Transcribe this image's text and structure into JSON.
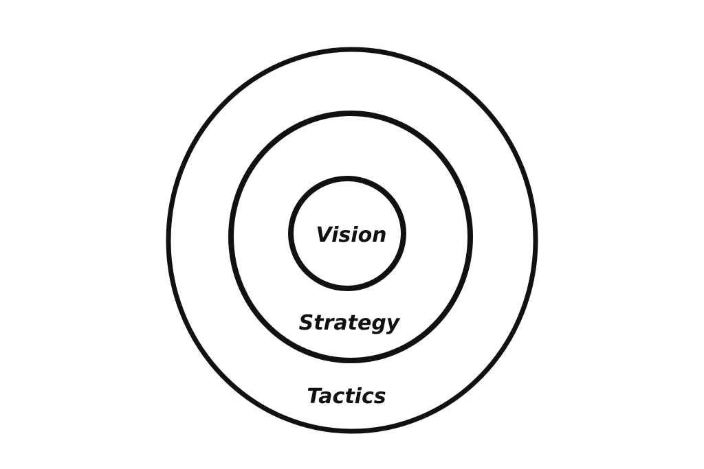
{
  "rings": [
    {
      "label": "Vision"
    },
    {
      "label": "Strategy"
    },
    {
      "label": "Tactics"
    }
  ],
  "stroke_color": "#111111"
}
